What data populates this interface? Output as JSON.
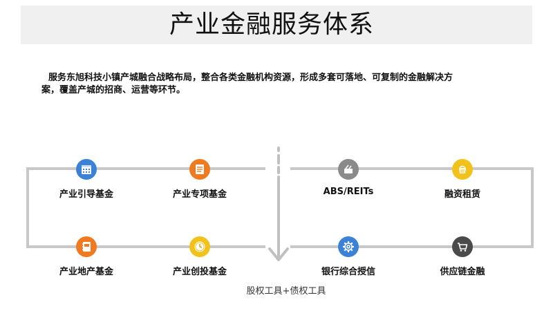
{
  "title": "产业金融服务体系",
  "description": {
    "line1": "服务东旭科技小镇产城融合战略布局，整合各类金融机构资源，形成多套可落地、可复制的金融解决方",
    "line2": "案，覆盖产城的招商、运营等环节。"
  },
  "nodes": [
    {
      "label": "产业引导基金",
      "icon": "calendar-icon",
      "color": "#3b82d6"
    },
    {
      "label": "产业专项基金",
      "icon": "document-list-icon",
      "color": "#f07a1f"
    },
    {
      "label": "产业地产基金",
      "icon": "notebook-icon",
      "color": "#f07a1f"
    },
    {
      "label": "产业创投基金",
      "icon": "clock-icon",
      "color": "#f2c21c"
    },
    {
      "label": "ABS/REITs",
      "icon": "briefcase-tools-icon",
      "color": "#8a8a8a"
    },
    {
      "label": "融资租赁",
      "icon": "bucket-icon",
      "color": "#f2c21c"
    },
    {
      "label": "银行综合授信",
      "icon": "gear-icon",
      "color": "#3b82d6"
    },
    {
      "label": "供应链金融",
      "icon": "shopping-cart-icon",
      "color": "#4a4a4a"
    }
  ],
  "bottom_label": "股权工具+债权工具",
  "colors": {
    "line": "#c8c8c8",
    "title_bg": "#f0f0f0"
  }
}
